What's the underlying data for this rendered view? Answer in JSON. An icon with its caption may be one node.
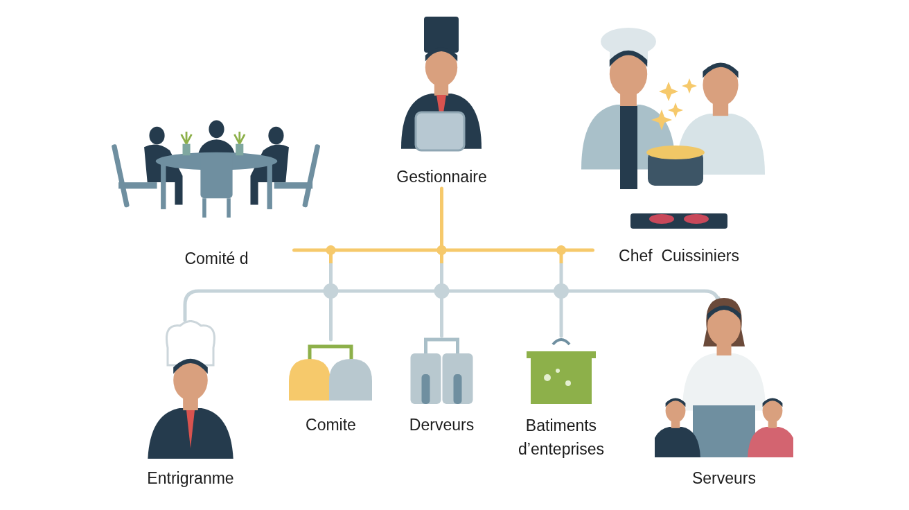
{
  "diagram": {
    "nodes": [
      {
        "text": [
          "Comité d"
        ]
      },
      {
        "text": [
          "Gestionnaire"
        ]
      },
      {
        "text": [
          "Chef  Cuissiniers"
        ]
      },
      {
        "text": [
          "Entrigranme"
        ]
      },
      {
        "text": [
          "Comite"
        ]
      },
      {
        "text": [
          "Derveurs"
        ]
      },
      {
        "text": [
          "Batiments d’enteprises"
        ]
      },
      {
        "text": [
          "Serveurs"
        ]
      },
      {
        "text": [],
        "shape": "bar"
      }
    ],
    "edges": [
      {
        "from": 1,
        "to": 8,
        "arrow": "none"
      },
      {
        "from": 8,
        "to": 4,
        "arrow": "none"
      },
      {
        "from": 8,
        "to": 5,
        "arrow": "none"
      },
      {
        "from": 8,
        "to": 6,
        "arrow": "none"
      },
      {
        "from": 3,
        "to": 7,
        "arrow": "none",
        "color": "#c5d3d9"
      }
    ]
  }
}
